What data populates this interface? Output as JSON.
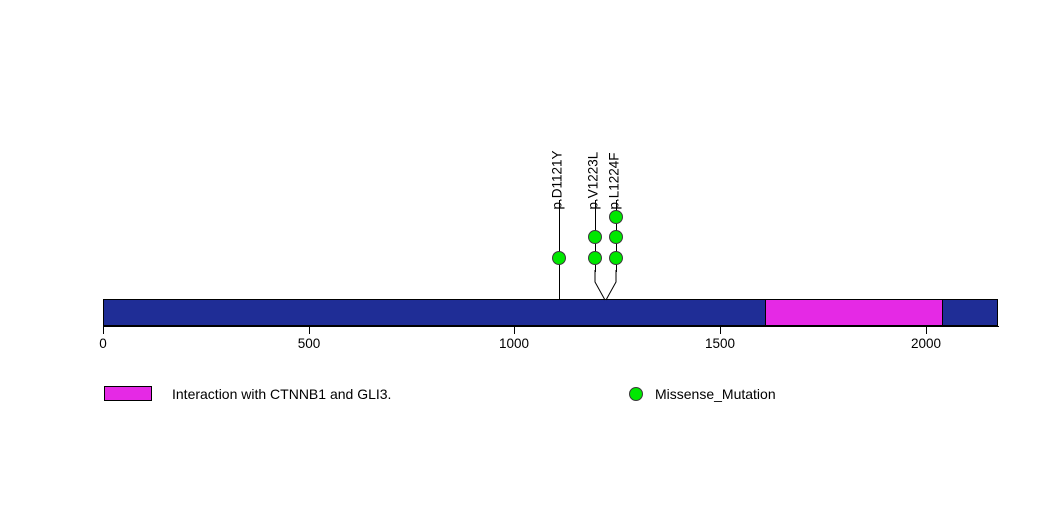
{
  "chart_data": {
    "type": "lollipop",
    "title": "",
    "xlabel": "",
    "ylabel": "",
    "protein_length": 2175,
    "axis": {
      "min": 0,
      "max": 2175,
      "ticks": [
        0,
        500,
        1000,
        1500,
        2000
      ],
      "tick_labels": [
        "0",
        "500",
        "1000",
        "1500",
        "2000"
      ],
      "grid": false
    },
    "backbone": {
      "color": "#1f2d96",
      "start": 0,
      "end": 2175
    },
    "domains": [
      {
        "name": "Interaction with CTNNB1 and GLI3.",
        "start": 1609,
        "end": 2040,
        "color": "#e529e5"
      }
    ],
    "mutations": [
      {
        "label": "p.D1121Y",
        "position": 1121,
        "count": 1,
        "type": "Missense_Mutation",
        "color": "#00e800"
      },
      {
        "label": "p.V1223L",
        "position": 1223,
        "count": 2,
        "type": "Missense_Mutation",
        "color": "#00e800"
      },
      {
        "label": "p.L1224F",
        "position": 1224,
        "count": 3,
        "type": "Missense_Mutation",
        "color": "#00e800"
      }
    ],
    "legend": {
      "position": "bottom",
      "entries": [
        {
          "marker": "rect",
          "color": "#e529e5",
          "label": "Interaction with CTNNB1 and GLI3."
        },
        {
          "marker": "circle",
          "color": "#00e800",
          "label": "Missense_Mutation"
        }
      ]
    },
    "colors": {
      "backbone": "#1f2d96",
      "domain": "#e529e5",
      "mutation": "#00e800",
      "stroke": "#000000",
      "background": "#ffffff"
    }
  }
}
